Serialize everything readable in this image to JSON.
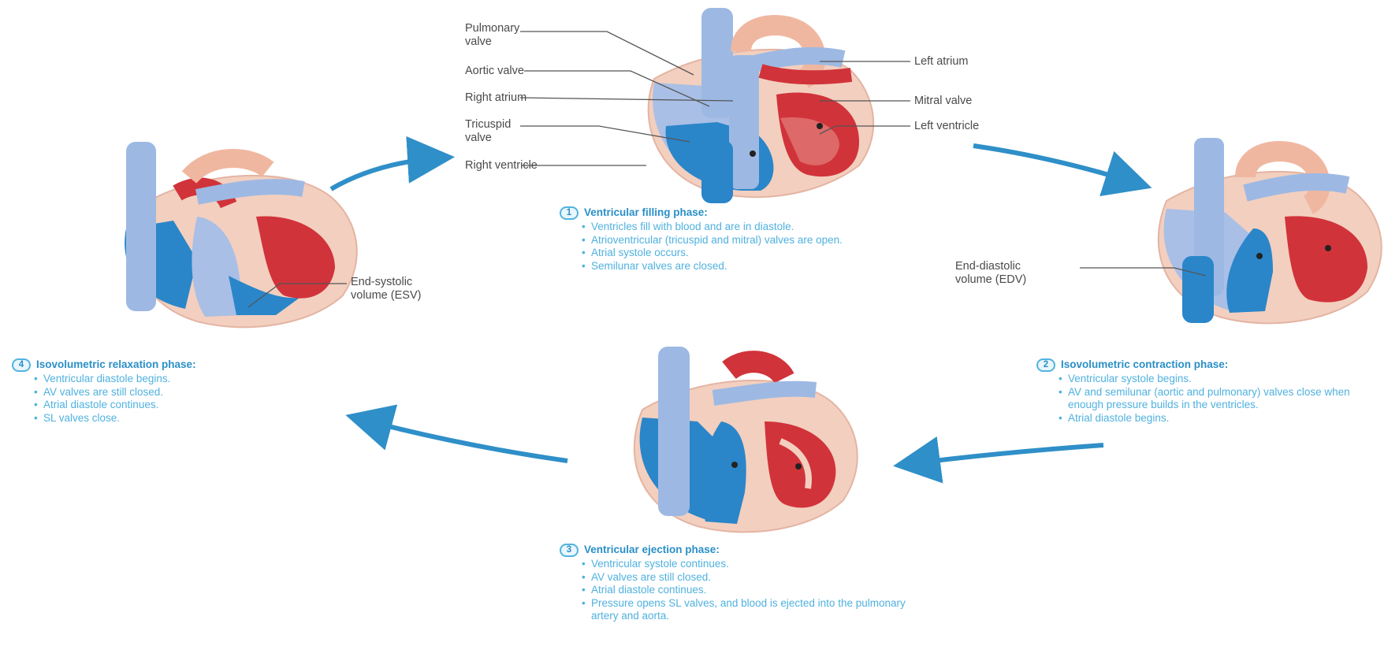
{
  "colors": {
    "deoxygenated": "#2a86c9",
    "oxygenated": "#d1333a",
    "vessel": "#9db9e3",
    "myocardium": "#f3cfbf",
    "flow_arrow": "#2f8fc8",
    "phase_text": "#3fa7d8"
  },
  "top_labels": {
    "pulmonary_valve": "Pulmonary\nvalve",
    "aortic_valve": "Aortic valve",
    "right_atrium": "Right atrium",
    "tricuspid_valve": "Tricuspid\nvalve",
    "right_ventricle": "Right ventricle",
    "left_atrium": "Left atrium",
    "mitral_valve": "Mitral valve",
    "left_ventricle": "Left ventricle"
  },
  "volume_labels": {
    "esv": "End-systolic\nvolume (ESV)",
    "edv": "End-diastolic\nvolume (EDV)"
  },
  "phases": [
    {
      "number": "1",
      "title": "Ventricular filling phase:",
      "bullets": [
        "Ventricles fill with blood and are in diastole.",
        "Atrioventricular (tricuspid and mitral) valves are open.",
        "Atrial systole occurs.",
        "Semilunar valves are closed."
      ]
    },
    {
      "number": "2",
      "title": "Isovolumetric contraction phase:",
      "bullets": [
        "Ventricular systole begins.",
        "AV and semilunar (aortic and pulmonary) valves close when enough pressure builds in the ventricles.",
        "Atrial diastole begins."
      ]
    },
    {
      "number": "3",
      "title": "Ventricular ejection phase:",
      "bullets": [
        "Ventricular systole continues.",
        "AV valves are still closed.",
        "Atrial diastole continues.",
        "Pressure opens SL valves, and blood is ejected into the pulmonary artery and aorta."
      ]
    },
    {
      "number": "4",
      "title": "Isovolumetric relaxation phase:",
      "bullets": [
        "Ventricular diastole begins.",
        "AV valves are still closed.",
        "Atrial diastole continues.",
        "SL valves close."
      ]
    }
  ]
}
